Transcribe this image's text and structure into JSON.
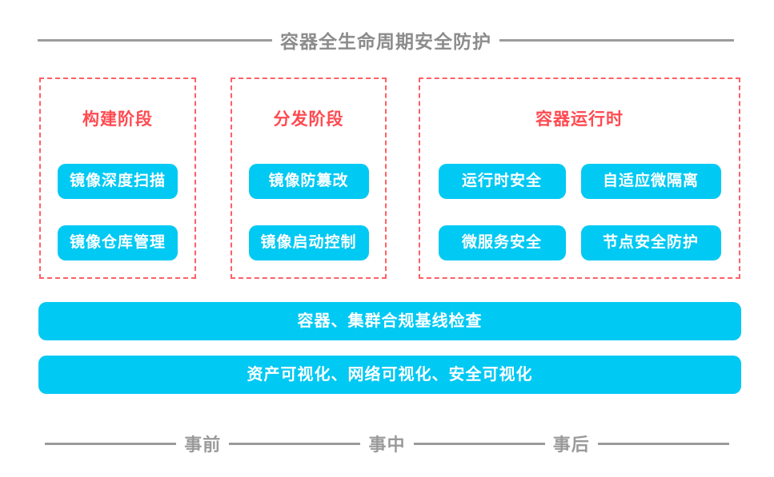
{
  "title": "容器全生命周期安全防护",
  "colors": {
    "accent_cyan": "#00c9f3",
    "accent_red": "#ff4a50",
    "border_red": "#ff6066",
    "gray": "#9b9b9b"
  },
  "stages": [
    {
      "name": "构建阶段",
      "items": [
        "镜像深度扫描",
        "镜像仓库管理"
      ]
    },
    {
      "name": "分发阶段",
      "items": [
        "镜像防篡改",
        "镜像启动控制"
      ]
    },
    {
      "name": "容器运行时",
      "items": [
        "运行时安全",
        "自适应微隔离",
        "微服务安全",
        "节点安全防护"
      ]
    }
  ],
  "bars": [
    "容器、集群合规基线检查",
    "资产可视化、网络可视化、安全可视化"
  ],
  "timeline": [
    "事前",
    "事中",
    "事后"
  ]
}
